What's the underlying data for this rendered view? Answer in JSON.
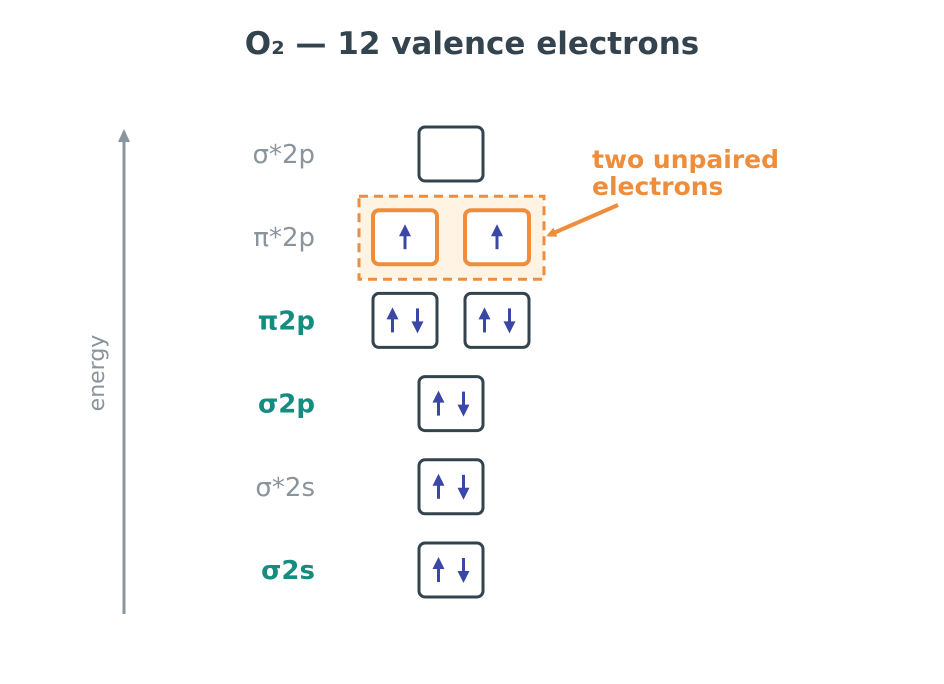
{
  "title": "O₂ — 12 valence electrons",
  "axis": {
    "label": "energy"
  },
  "colors": {
    "dark": "#34444f",
    "gray": "#8a949d",
    "teal": "#148c80",
    "orange": "#ee8e3c",
    "highlight_fill": "#fff3e3",
    "electron": "#3a47a6"
  },
  "annotation": {
    "line1": "two unpaired",
    "line2": "electrons"
  },
  "levels": [
    {
      "label": "σ*2p",
      "bonding": false,
      "highlighted": false,
      "orbitals": [
        []
      ]
    },
    {
      "label": "π*2p",
      "bonding": false,
      "highlighted": true,
      "orbitals": [
        [
          "up"
        ],
        [
          "up"
        ]
      ]
    },
    {
      "label": "π2p",
      "bonding": true,
      "highlighted": false,
      "orbitals": [
        [
          "up",
          "down"
        ],
        [
          "up",
          "down"
        ]
      ]
    },
    {
      "label": "σ2p",
      "bonding": true,
      "highlighted": false,
      "orbitals": [
        [
          "up",
          "down"
        ]
      ]
    },
    {
      "label": "σ*2s",
      "bonding": false,
      "highlighted": false,
      "orbitals": [
        [
          "up",
          "down"
        ]
      ]
    },
    {
      "label": "σ2s",
      "bonding": true,
      "highlighted": false,
      "orbitals": [
        [
          "up",
          "down"
        ]
      ]
    }
  ]
}
